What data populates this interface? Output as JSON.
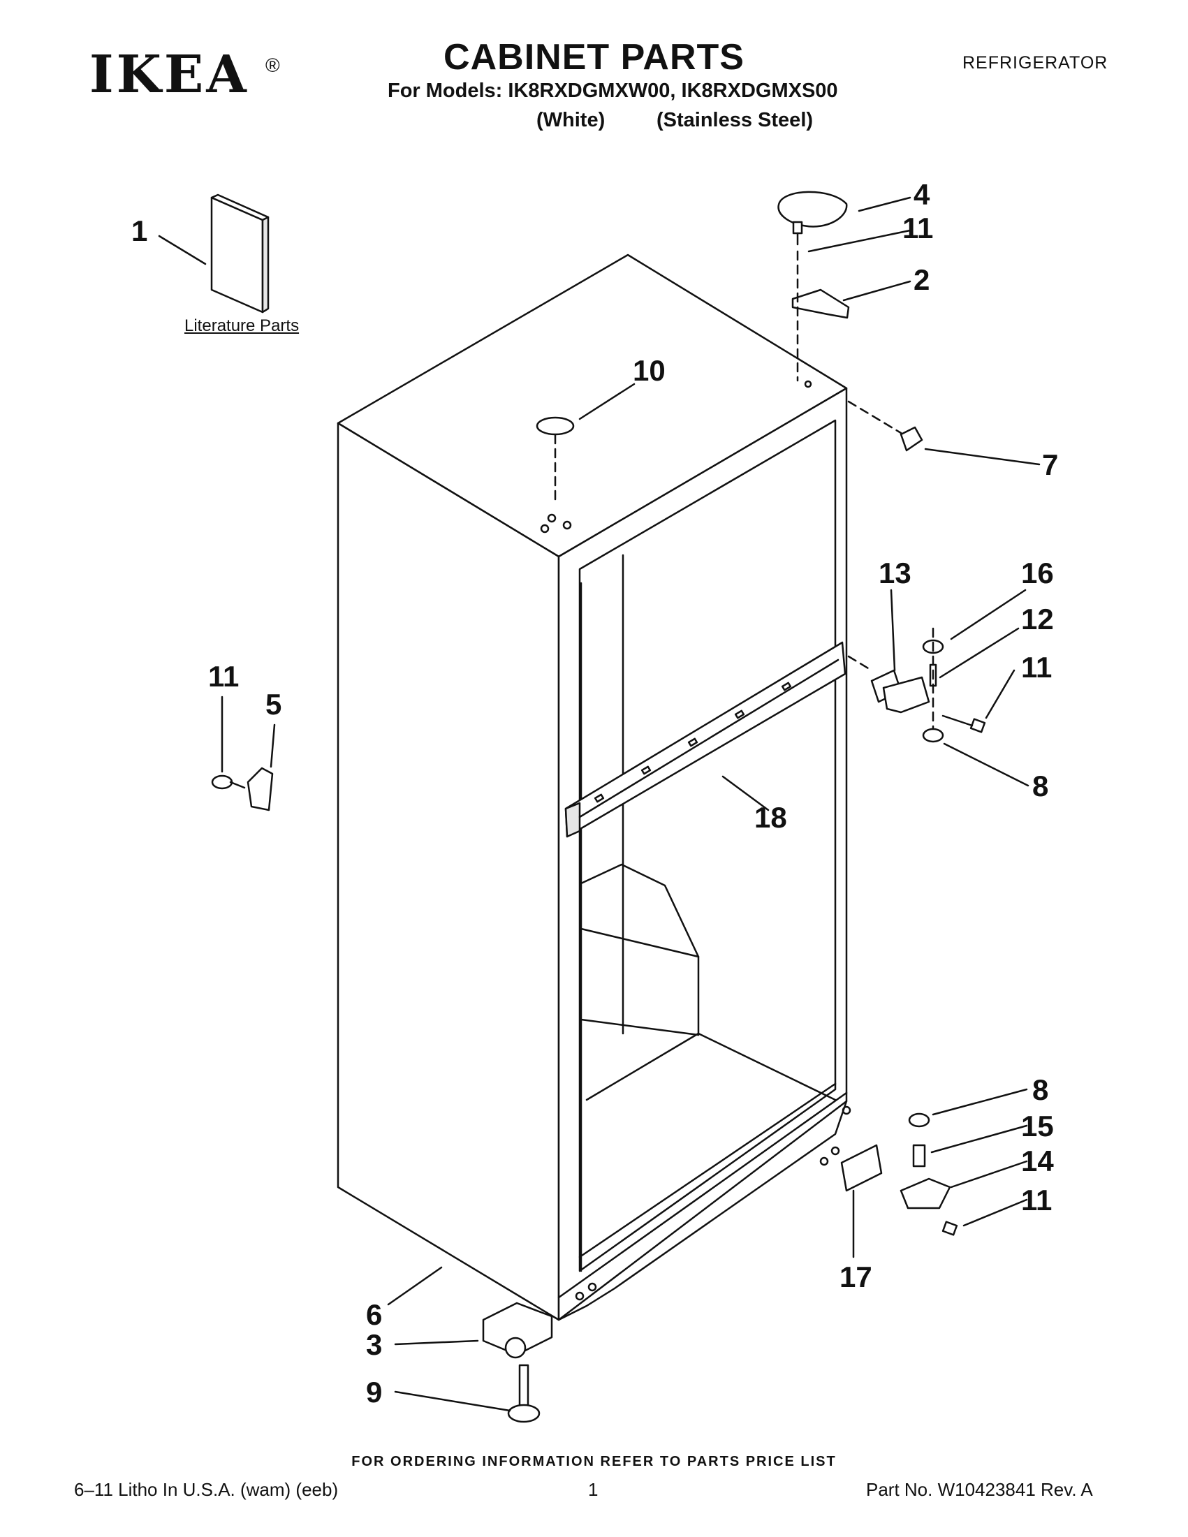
{
  "header": {
    "logo_text": "IKEA",
    "logo_reg": "®",
    "title": "CABINET PARTS",
    "category": "REFRIGERATOR",
    "models_line": "For Models: IK8RXDGMXW00, IK8RXDGMXS00",
    "variant_white": "(White)",
    "variant_stainless": "(Stainless Steel)"
  },
  "literature_label": "Literature Parts",
  "callouts": {
    "c1": "1",
    "c2": "2",
    "c3": "3",
    "c4": "4",
    "c5": "5",
    "c6": "6",
    "c7": "7",
    "c8a": "8",
    "c8b": "8",
    "c9": "9",
    "c10": "10",
    "c11a": "11",
    "c11b": "11",
    "c11c": "11",
    "c11d": "11",
    "c12": "12",
    "c13": "13",
    "c14": "14",
    "c15": "15",
    "c16": "16",
    "c17": "17",
    "c18": "18"
  },
  "footer": {
    "ordering_note": "FOR ORDERING INFORMATION REFER TO PARTS PRICE LIST",
    "litho": "6–11 Litho In U.S.A. (wam) (eeb)",
    "page": "1",
    "part_no": "Part No. W10423841 Rev. A"
  },
  "colors": {
    "ink": "#111111",
    "paper": "#ffffff",
    "shade": "#e6e6e6"
  }
}
